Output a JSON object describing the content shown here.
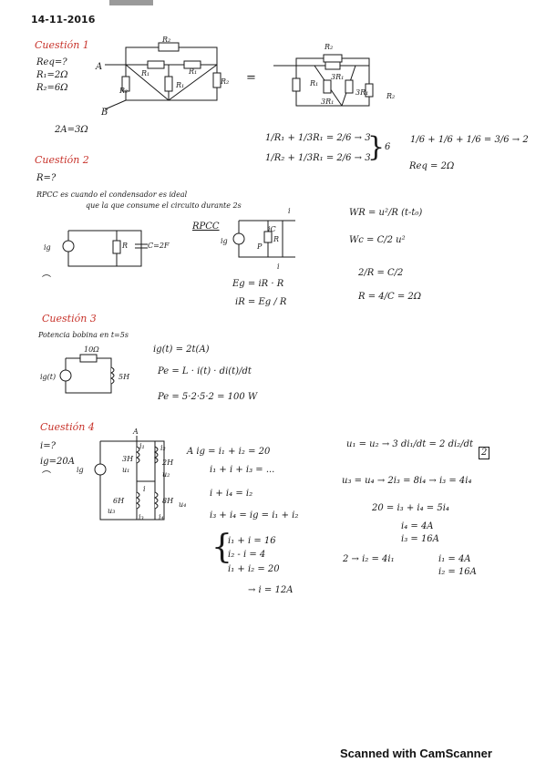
{
  "header": {
    "date": "14-11-2016"
  },
  "q1": {
    "title": "Cuestión 1",
    "given": [
      "Req=?",
      "R₁=2Ω",
      "R₂=6Ω"
    ],
    "node_a": "A",
    "node_b": "B",
    "result_left": "2A=3Ω",
    "labels": {
      "r2_top": "R₂",
      "r2_left": "R₂",
      "r1_a": "R₁",
      "r1_b": "R₁",
      "r1_c": "R₁",
      "r2_right": "R₂",
      "eq_r2": "R₂",
      "eq_r1": "R₁",
      "eq_3r1_a": "3R₁",
      "eq_3r1_b": "3R₁",
      "eq_3r1_c": "3R₁",
      "eq_r2_b": "R₂"
    },
    "equals": "=",
    "calc": [
      "1/R₁ + 1/3R₁ = 2/6 → 3",
      "1/R₂ + 1/3R₁ = 2/6 → 3"
    ],
    "calc_bracket": "6",
    "calc_right": "1/6 + 1/6 + 1/6 = 3/6 → 2",
    "result": "Req = 2Ω"
  },
  "q2": {
    "title": "Cuestión 2",
    "lines": [
      "R=?",
      "RPCC es cuando el condensador es ideal",
      "que la que consume el circuito durante 2s"
    ],
    "circuit_labels": {
      "source": "ig",
      "resistor": "R",
      "cap": "C=2F"
    },
    "rpcc_title": "RPCC",
    "rpcc_labels": {
      "source": "ig",
      "ic": "iC",
      "r": "R",
      "i": "i",
      "i2": "i",
      "p": "P"
    },
    "formulas": [
      "WR = u²/R (t-t₀)",
      "Wc = C/2 u²",
      "2/R = C/2",
      "R = 4/C = 2Ω"
    ],
    "eg": [
      "Eg = iR · R",
      "iR = Eg / R"
    ]
  },
  "q3": {
    "title": "Cuestión 3",
    "line": "Potencia bobina en t=5s",
    "labels": {
      "resistor": "10Ω",
      "source": "ig(t)",
      "inductor": "5H"
    },
    "formulas": [
      "ig(t) = 2t(A)",
      "Pe = L · i(t) · di(t)/dt",
      "Pe = 5·2·5·2 = 100 W"
    ]
  },
  "q4": {
    "title": "Cuestión 4",
    "given": [
      "i=?",
      "ig=20A"
    ],
    "labels": {
      "source": "ig",
      "node": "A",
      "l1": "3H",
      "l2": "2H",
      "i1": "i₁",
      "i2": "i₂",
      "u1": "u₁",
      "u2": "u₂",
      "i": "i",
      "l3": "6H",
      "l4": "8H",
      "u3": "u₃",
      "u4": "u₄",
      "i3": "i₃",
      "i4": "i₄"
    },
    "eqs": [
      "A  ig = i₁ + i₂ = 20",
      "i₁ + i + i₃ = ...",
      "i + i₄ = i₂",
      "i₃ + i₄ = ig = i₁ + i₂"
    ],
    "system": [
      "i₁ + i = 16",
      "i₂ - i = 4",
      "i₁ + i₂ = 20"
    ],
    "answer": "→ i = 12A",
    "right": [
      "u₁ = u₂  →  3 di₁/dt = 2 di₂/dt",
      "2",
      "u₃ = u₄  →  2i₃ = 8i₄ → i₃ = 4i₄",
      "20 = i₃ + i₄ = 5i₄",
      "i₄ = 4A",
      "i₃ = 16A",
      "2 →  i₂ = 4i₁",
      "i₁ = 4A",
      "i₂ = 16A"
    ]
  },
  "footer": "Scanned with CamScanner"
}
